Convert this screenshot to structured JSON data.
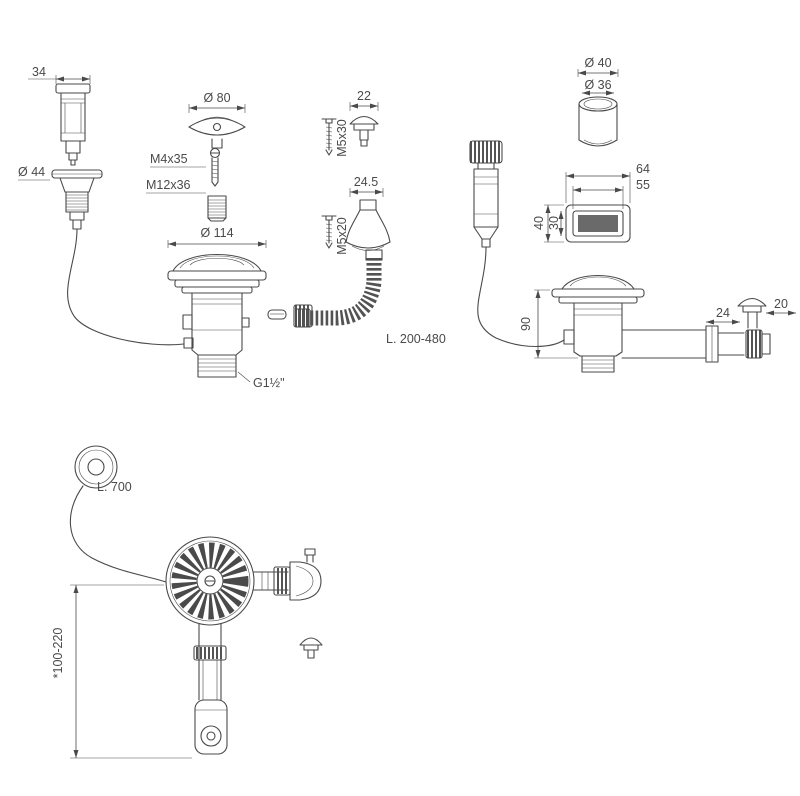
{
  "page": {
    "title": "Sink drain and overflow assembly technical drawing",
    "background": "#ffffff",
    "line_color": "#4a4a4a"
  },
  "dimensions": {
    "push_button_width": "34",
    "push_button_base_diameter": "Ø 44",
    "cap_diameter": "Ø 80",
    "cap_screw": "M4x35",
    "stud_bolt": "M12x36",
    "strainer_diameter": "Ø 114",
    "overflow_rosette_width": "22",
    "overflow_screw_long": "M5x30",
    "overflow_elbow_width": "24.5",
    "overflow_screw_short": "M5x20",
    "hose_length": "L. 200-480",
    "outlet_thread": "G1½\"",
    "overflow_pipe_outer": "Ø 40",
    "overflow_pipe_inner": "Ø 36",
    "cover_width_outer": "64",
    "cover_width_inner": "55",
    "cover_height_outer": "40",
    "cover_height_inner": "30",
    "body_height": "90",
    "pipe_offset": "24",
    "knob_width": "20",
    "cable_length": "L. 700",
    "install_height": "*100-220"
  }
}
